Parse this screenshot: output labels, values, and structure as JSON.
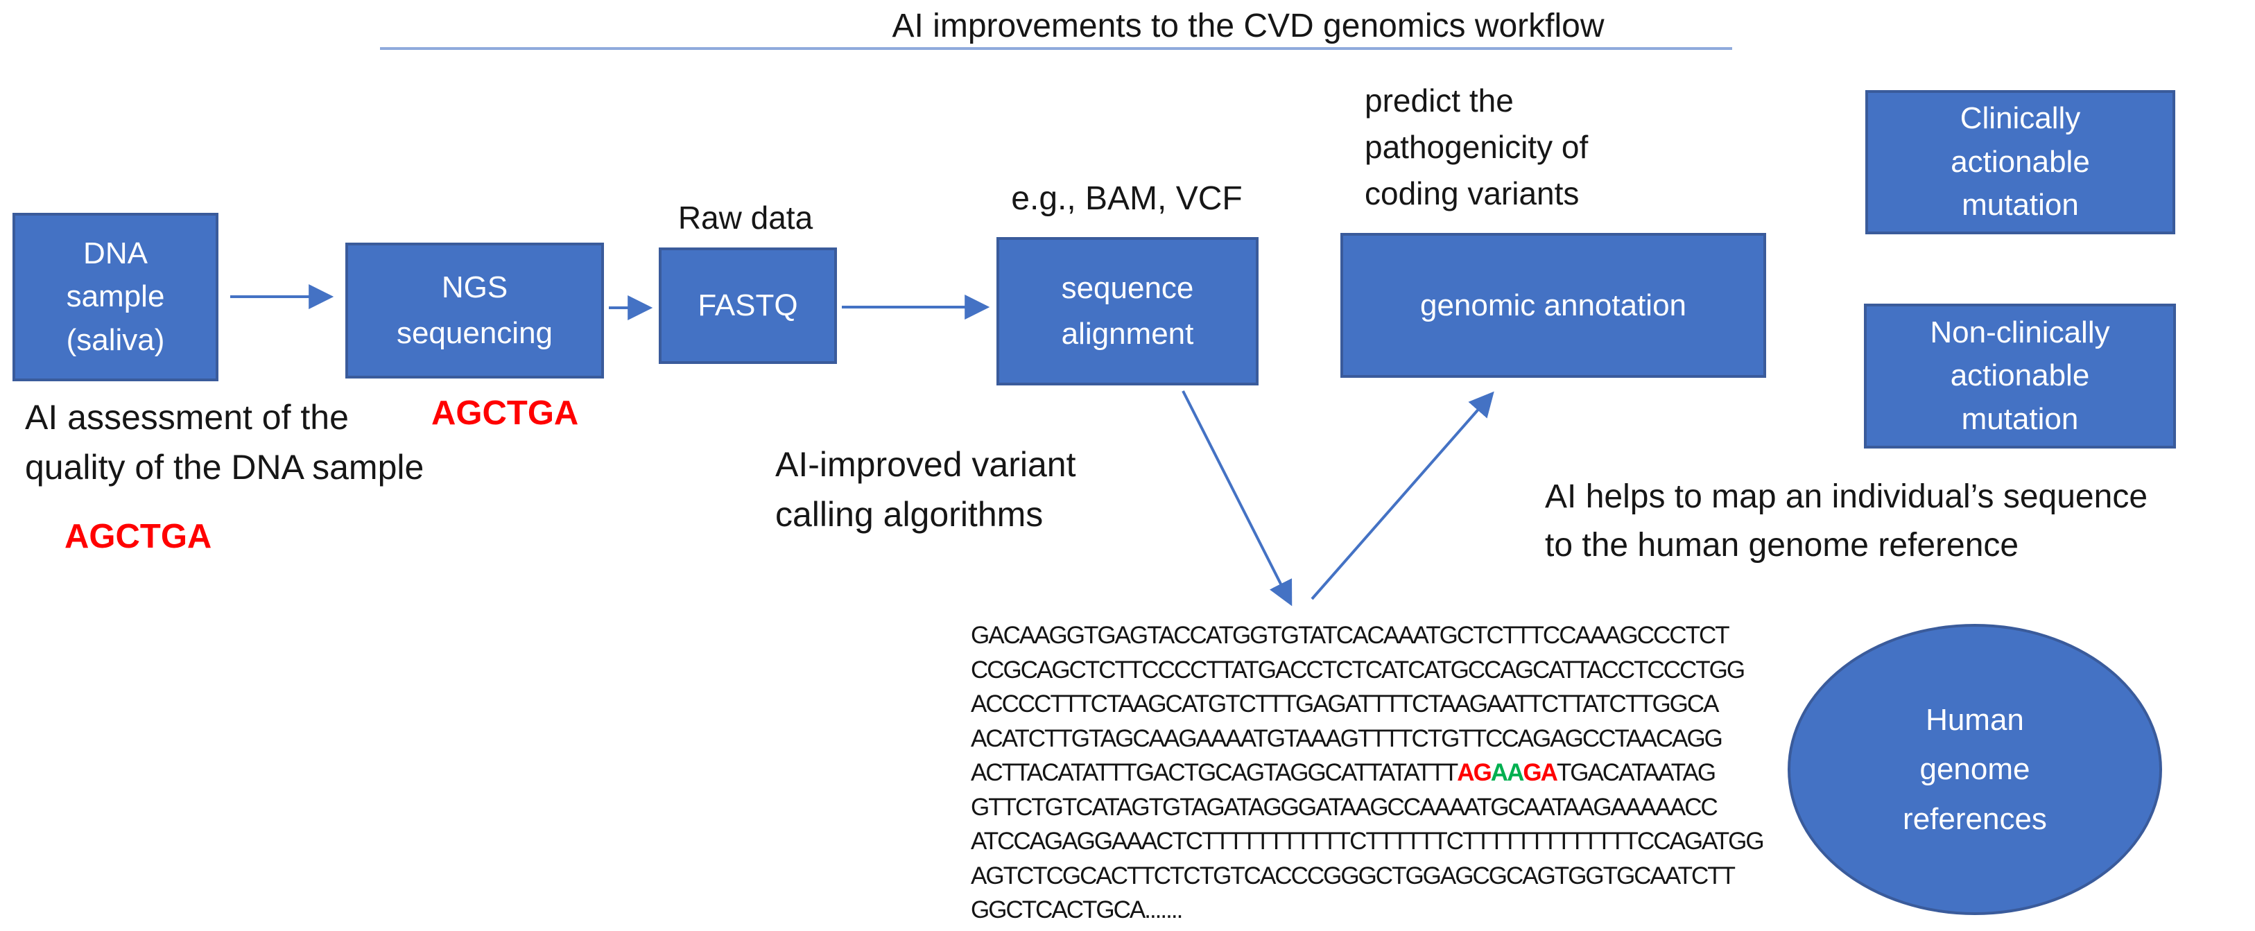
{
  "figure": {
    "title": "AI improvements to the CVD genomics workflow"
  },
  "boxes": {
    "dna_sample": "DNA\nsample\n(saliva)",
    "ngs": "NGS\nsequencing",
    "fastq": "FASTQ",
    "sequence_alignment": "sequence\nalignment",
    "genomic_annotation": "genomic annotation",
    "clinically_actionable": "Clinically\nactionable\nmutation",
    "non_clinically_actionable": "Non-clinically\nactionable\nmutation",
    "human_genome_references": "Human\ngenome\nreferences"
  },
  "annotations": {
    "raw_data": "Raw data",
    "eg_bam_vcf": "e.g., BAM, VCF",
    "predict_pathogenicity": "predict the\npathogenicity of\ncoding variants",
    "ai_assessment": "AI assessment of the\nquality of the DNA sample",
    "agctga_sample": "AGCTGA",
    "agctga_ngs": "AGCTGA",
    "ai_improved_variant": "AI-improved variant\ncalling algorithms",
    "ai_helps_map": "AI helps to map an individual’s sequence\nto the human genome reference"
  },
  "dna_sequence": {
    "lines": [
      [
        {
          "t": "GACAAGGTGAGTACCATGGTGTATCACAAATGCTCTTTCCAAAGCCCTCT",
          "c": "black"
        }
      ],
      [
        {
          "t": "CCGCAGCTCTTCCCCTTATGACCTCTCATCATGCCAGCATTACCTCCCTGG",
          "c": "black"
        }
      ],
      [
        {
          "t": "ACCCCTTTCTAAGCATGTCTTTGAGATTTTCTAAGAATTCTTATCTTGGCA",
          "c": "black"
        }
      ],
      [
        {
          "t": "ACATCTTGTAGCAAGAAAATGTAAAGTTTTCTGTTCCAGAGCCTAACAGG",
          "c": "black"
        }
      ],
      [
        {
          "t": "ACTTACATATTTGACTGCAGTAGGCATTATATTT",
          "c": "black"
        },
        {
          "t": "AG",
          "c": "red"
        },
        {
          "t": "AA",
          "c": "green"
        },
        {
          "t": "GA",
          "c": "red"
        },
        {
          "t": "TGACATAATAG",
          "c": "black"
        }
      ],
      [
        {
          "t": "GTTCTGTCATAGTGTAGATAGGGATAAGCCAAAATGCAATAAGAAAAACC",
          "c": "black"
        }
      ],
      [
        {
          "t": "ATCCAGAGGAAACTCTTTTTTTTTTTCTTTTTTCTTTTTTTTTTTTTCCAGATGG",
          "c": "black"
        }
      ],
      [
        {
          "t": "AGTCTCGCACTTCTCTGTCACCCGGGCTGGAGCGCAGTGGTGCAATCTT",
          "c": "black"
        }
      ],
      [
        {
          "t": "GGCTCACTGCA.......",
          "c": "black"
        }
      ]
    ]
  },
  "colors": {
    "box_fill": "#4472C4",
    "box_border": "#3A5B9B",
    "arrow": "#4472C4",
    "underline": "#8FAADC",
    "highlight_red": "#FF0000",
    "highlight_green": "#00B050",
    "text": "#161616"
  }
}
